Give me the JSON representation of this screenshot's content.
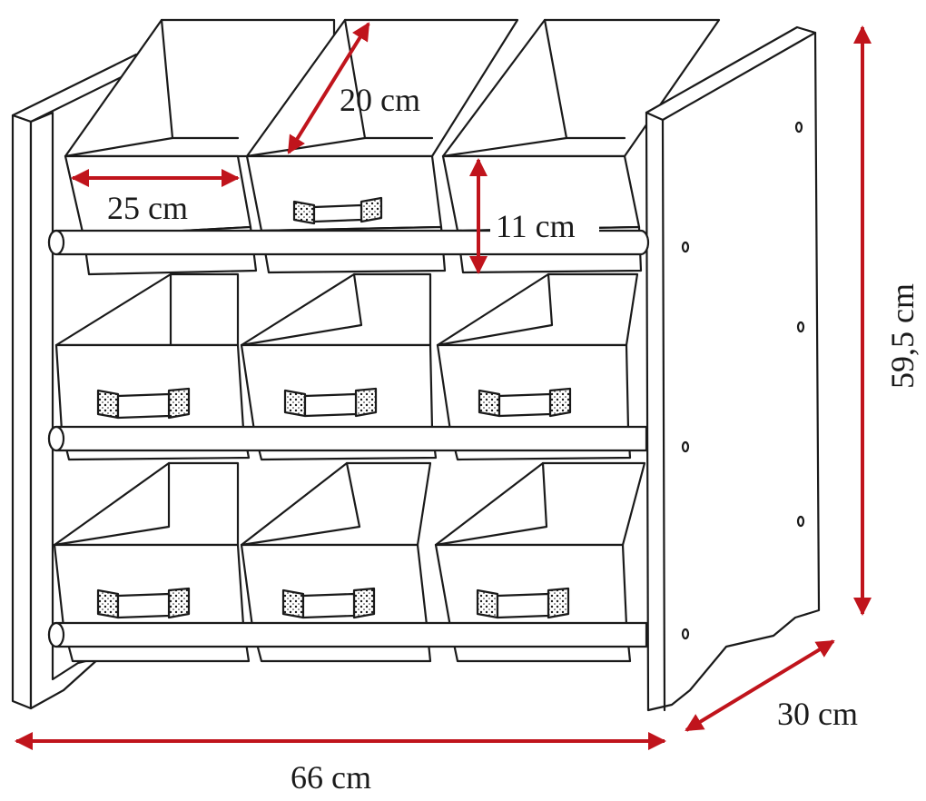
{
  "colors": {
    "outline": "#1a1a1a",
    "arrow": "#c0141c",
    "background": "#ffffff"
  },
  "dimensions": {
    "bin_width": "25 cm",
    "bin_depth": "20 cm",
    "bin_height": "11 cm",
    "total_height": "59,5 cm",
    "total_depth": "30 cm",
    "total_width": "66 cm"
  }
}
